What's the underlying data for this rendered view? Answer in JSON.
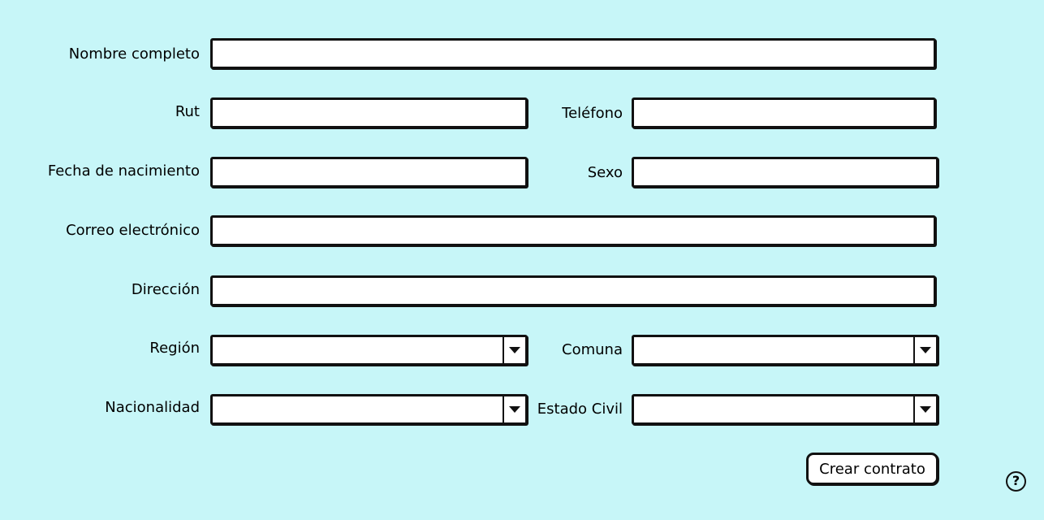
{
  "form": {
    "nombre_completo": {
      "label": "Nombre completo",
      "value": ""
    },
    "rut": {
      "label": "Rut",
      "value": ""
    },
    "telefono": {
      "label": "Teléfono",
      "value": ""
    },
    "fecha_nacimiento": {
      "label": "Fecha de nacimiento",
      "value": ""
    },
    "sexo": {
      "label": "Sexo",
      "value": ""
    },
    "correo": {
      "label": "Correo electrónico",
      "value": ""
    },
    "direccion": {
      "label": "Dirección",
      "value": ""
    },
    "region": {
      "label": "Región",
      "value": ""
    },
    "comuna": {
      "label": "Comuna",
      "value": ""
    },
    "nacionalidad": {
      "label": "Nacionalidad",
      "value": ""
    },
    "estado_civil": {
      "label": "Estado Civil",
      "value": ""
    }
  },
  "actions": {
    "submit_label": "Crear contrato"
  },
  "help": {
    "icon": "question-circle-icon",
    "glyph": "?"
  }
}
